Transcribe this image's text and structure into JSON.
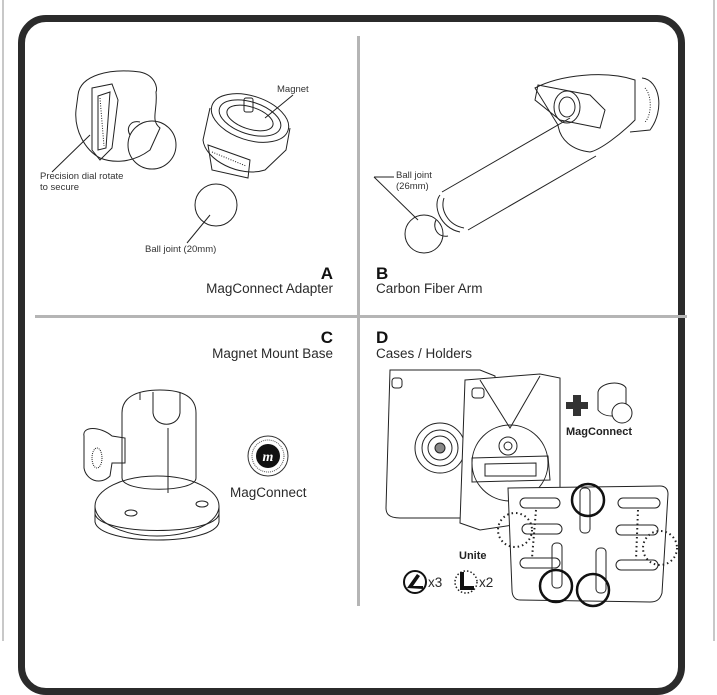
{
  "panels": {
    "a": {
      "letter": "A",
      "title": "MagConnect Adapter",
      "callouts": {
        "magnet": "Magnet",
        "dial_line1": "Precision dial rotate",
        "dial_line2": "to secure",
        "ball": "Ball joint (20mm)"
      }
    },
    "b": {
      "letter": "B",
      "title": "Carbon Fiber Arm",
      "callouts": {
        "ball_line1": "Ball joint",
        "ball_line2": "(26mm)"
      }
    },
    "c": {
      "letter": "C",
      "title": "Magnet Mount Base",
      "logo_label": "MagConnect"
    },
    "d": {
      "letter": "D",
      "title": "Cases / Holders",
      "plus_label": "MagConnect",
      "unite_label": "Unite",
      "solid_clip_count": "x3",
      "dotted_clip_count": "x2"
    }
  },
  "colors": {
    "frame": "#2b2b2b",
    "divider": "#b5b5b5",
    "line_art": "#222222"
  }
}
